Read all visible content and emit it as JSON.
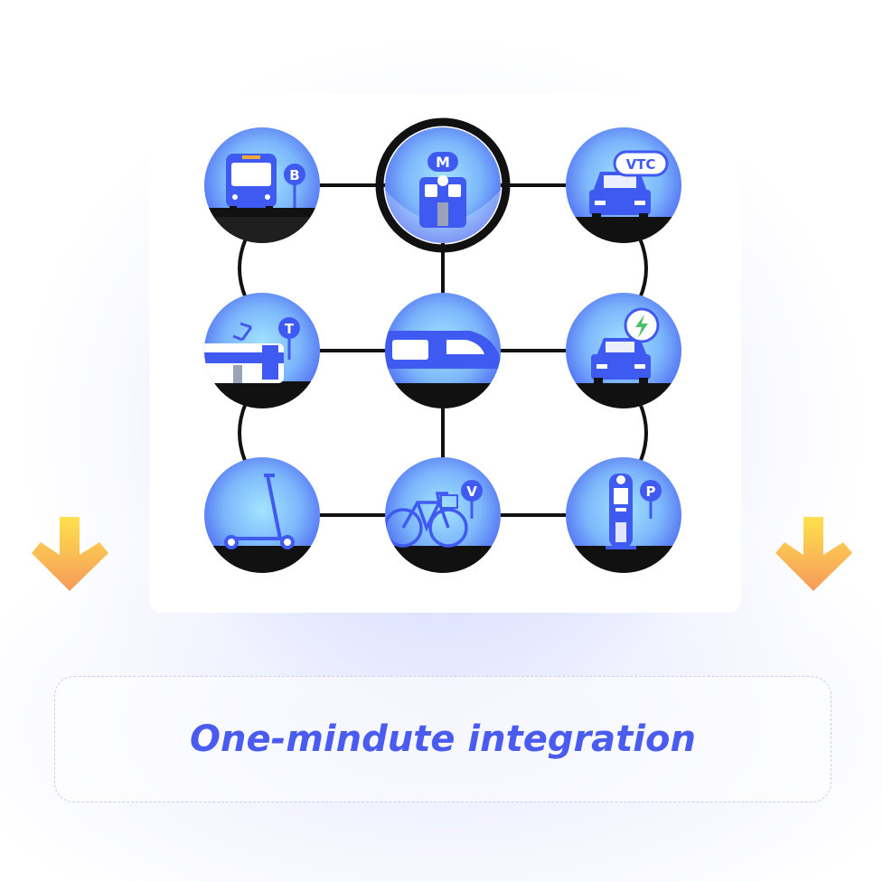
{
  "caption": "One-mindute integration",
  "nodes": [
    {
      "id": "bus",
      "badge": "B",
      "icon": "bus-icon"
    },
    {
      "id": "metro",
      "badge": "M",
      "icon": "metro-train-icon"
    },
    {
      "id": "vtc",
      "badge": "VTC",
      "icon": "car-icon"
    },
    {
      "id": "tram",
      "badge": "T",
      "icon": "tram-icon"
    },
    {
      "id": "train",
      "badge": "",
      "icon": "high-speed-train-icon"
    },
    {
      "id": "ev",
      "badge": "",
      "icon": "electric-car-icon"
    },
    {
      "id": "scooter",
      "badge": "",
      "icon": "scooter-icon"
    },
    {
      "id": "bike",
      "badge": "V",
      "icon": "bicycle-icon"
    },
    {
      "id": "parking",
      "badge": "P",
      "icon": "parking-meter-icon"
    }
  ],
  "colors": {
    "accent": "#4a5cf0",
    "node_light": "#8fd8ff",
    "node_dark": "#4a63f2",
    "arrow_top": "#ffd84a",
    "arrow_bottom": "#f5a05a"
  }
}
